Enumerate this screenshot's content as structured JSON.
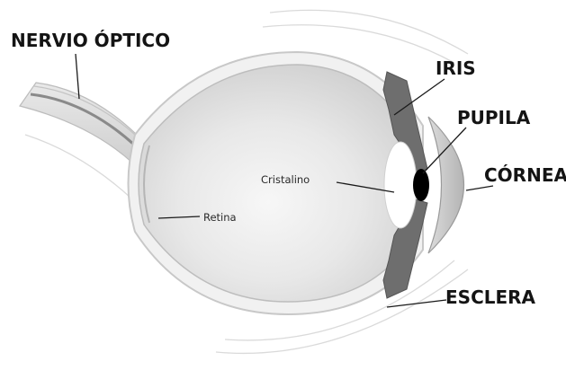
{
  "labels": {
    "optic_nerve": "NERVIO ÓPTICO",
    "iris": "IRIS",
    "pupil": "PUPILA",
    "cornea": "CÓRNEA",
    "sclera": "ESCLERA",
    "lens": "Cristalino",
    "retina": "Retina"
  },
  "colors": {
    "background": "#ffffff",
    "eyeball_fill": "#e6e6e6",
    "eyeball_outline": "#bcbcbc",
    "iris": "#6e6e6e",
    "pupil": "#000000",
    "cornea": "#c9c9c9",
    "lens": "#ffffff",
    "text": "#141414"
  }
}
